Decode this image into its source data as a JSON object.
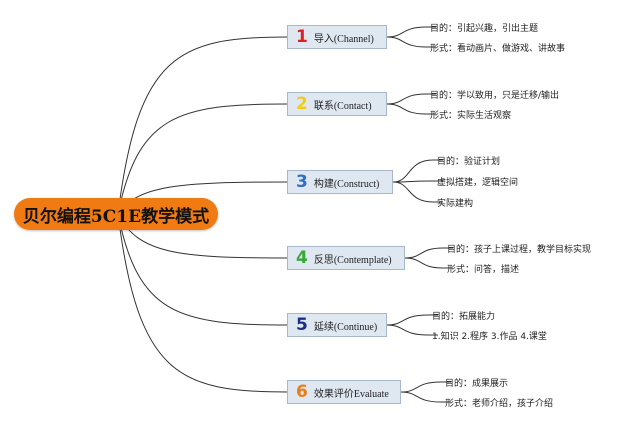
{
  "root": {
    "label": "贝尔编程5C1E教学模式"
  },
  "colors": {
    "root_bg": "#f07b12",
    "node_bg": "#dfe7f1",
    "line": "#333333"
  },
  "branches": [
    {
      "number": "1",
      "label": "导入(Channel)",
      "color": "#e02020",
      "leaves": [
        "目的：引起兴趣，引出主题",
        "形式：看动画片、做游戏、讲故事"
      ]
    },
    {
      "number": "2",
      "label": "联系(Contact)",
      "color": "#f2cc1a",
      "leaves": [
        "目的：学以致用，只是迁移/输出",
        "形式：实际生活观察"
      ]
    },
    {
      "number": "3",
      "label": "构建(Construct)",
      "color": "#2f6fc7",
      "leaves": [
        "目的：验证计划",
        "虚拟搭建，逻辑空间",
        "实际建构"
      ]
    },
    {
      "number": "4",
      "label": "反思(Contemplate)",
      "color": "#3aa63a",
      "leaves": [
        "目的：孩子上课过程，教学目标实现",
        "形式：问答，描述"
      ]
    },
    {
      "number": "5",
      "label": "延续(Continue)",
      "color": "#1d2f8c",
      "leaves": [
        "目的：拓展能力",
        "1.知识  2.程序  3.作品  4.课堂"
      ]
    },
    {
      "number": "6",
      "label": "效果评价Evaluate",
      "color": "#f07b12",
      "leaves": [
        "目的：成果展示",
        "形式：老师介绍，孩子介绍"
      ]
    }
  ]
}
